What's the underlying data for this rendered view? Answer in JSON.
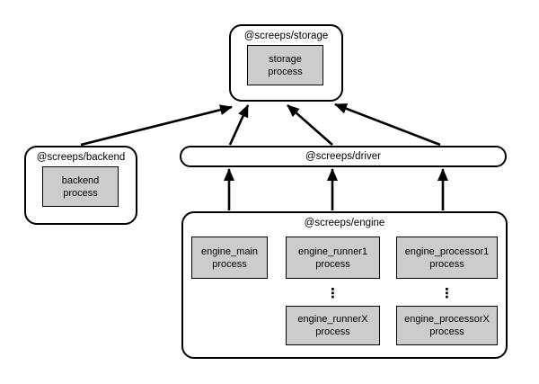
{
  "storage": {
    "title": "@screeps/storage",
    "process": "storage\nprocess"
  },
  "backend": {
    "title": "@screeps/backend",
    "process": "backend\nprocess"
  },
  "driver": {
    "title": "@screeps/driver"
  },
  "engine": {
    "title": "@screeps/engine",
    "main": "engine_main\nprocess",
    "runner1": "engine_runner1\nprocess",
    "runnerX": "engine_runnerX\nprocess",
    "processor1": "engine_processor1\nprocess",
    "processorX": "engine_processorX\nprocess",
    "ellipsis": "⋮"
  },
  "colors": {
    "background": "#ffffff",
    "node_fill": "#ffffff",
    "process_fill": "#cccccc",
    "line": "#000000"
  }
}
